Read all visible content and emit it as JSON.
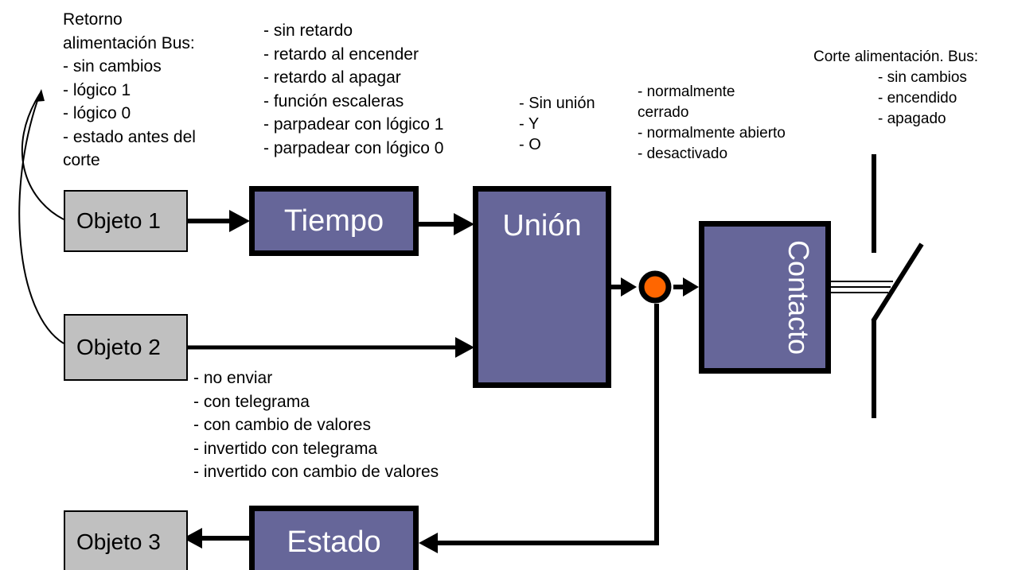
{
  "colors": {
    "block_fill": "#666699",
    "block_text": "#ffffff",
    "object_fill": "#c0c0c0",
    "junction_fill": "#ff6600"
  },
  "notes": {
    "bus_return": {
      "title_lines": [
        "Retorno",
        "alimentación Bus:"
      ],
      "options": [
        "- sin cambios",
        "- lógico 1",
        "- lógico 0",
        "- estado antes del",
        "corte"
      ]
    },
    "time_options": [
      "- sin retardo",
      "- retardo al encender",
      "- retardo al apagar",
      "- función escaleras",
      "- parpadear con lógico 1",
      "- parpadear con lógico 0"
    ],
    "union_options": [
      "- Sin unión",
      "- Y",
      "- O"
    ],
    "contact_options": [
      "- normalmente",
      "cerrado",
      "- normalmente abierto",
      "- desactivado"
    ],
    "bus_cut": {
      "title": "Corte alimentación. Bus:",
      "options": [
        "- sin cambios",
        "- encendido",
        "- apagado"
      ]
    },
    "status_send_options": [
      "- no enviar",
      "- con telegrama",
      "- con cambio de valores",
      "- invertido con telegrama",
      "- invertido con cambio de valores"
    ]
  },
  "blocks": {
    "objeto1": "Objeto 1",
    "objeto2": "Objeto 2",
    "objeto3": "Objeto 3",
    "tiempo": "Tiempo",
    "union": "Unión",
    "contacto": "Contacto",
    "estado": "Estado"
  }
}
